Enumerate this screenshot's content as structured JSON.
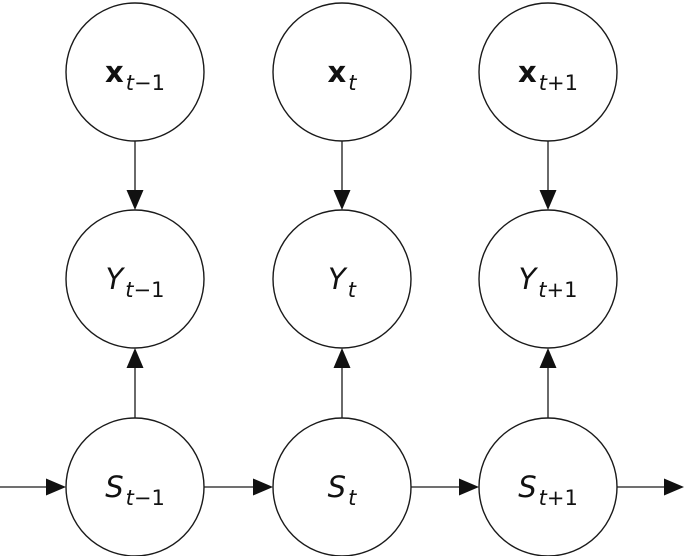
{
  "nodes": [
    {
      "id": "x-prev",
      "base": "x",
      "style": "bold",
      "sub_var": "t",
      "sub_rest": "−1"
    },
    {
      "id": "x-curr",
      "base": "x",
      "style": "bold",
      "sub_var": "t",
      "sub_rest": ""
    },
    {
      "id": "x-next",
      "base": "x",
      "style": "bold",
      "sub_var": "t",
      "sub_rest": "+1"
    },
    {
      "id": "y-prev",
      "base": "Y",
      "style": "italic",
      "sub_var": "t",
      "sub_rest": "−1"
    },
    {
      "id": "y-curr",
      "base": "Y",
      "style": "italic",
      "sub_var": "t",
      "sub_rest": ""
    },
    {
      "id": "y-next",
      "base": "Y",
      "style": "italic",
      "sub_var": "t",
      "sub_rest": "+1"
    },
    {
      "id": "s-prev",
      "base": "S",
      "style": "italic",
      "sub_var": "t",
      "sub_rest": "−1"
    },
    {
      "id": "s-curr",
      "base": "S",
      "style": "italic",
      "sub_var": "t",
      "sub_rest": ""
    },
    {
      "id": "s-next",
      "base": "S",
      "style": "italic",
      "sub_var": "t",
      "sub_rest": "+1"
    }
  ],
  "edges": [
    {
      "from": "x-prev",
      "to": "y-prev"
    },
    {
      "from": "x-curr",
      "to": "y-curr"
    },
    {
      "from": "x-next",
      "to": "y-next"
    },
    {
      "from": "s-prev",
      "to": "y-prev"
    },
    {
      "from": "s-curr",
      "to": "y-curr"
    },
    {
      "from": "s-next",
      "to": "y-next"
    },
    {
      "from": "s-prev",
      "to": "s-curr"
    },
    {
      "from": "s-curr",
      "to": "s-next"
    },
    {
      "from": "incoming",
      "to": "s-prev"
    },
    {
      "from": "s-next",
      "to": "outgoing"
    }
  ],
  "colors": {
    "stroke": "#1a1a1a",
    "fill": "#ffffff",
    "text": "#111111"
  }
}
